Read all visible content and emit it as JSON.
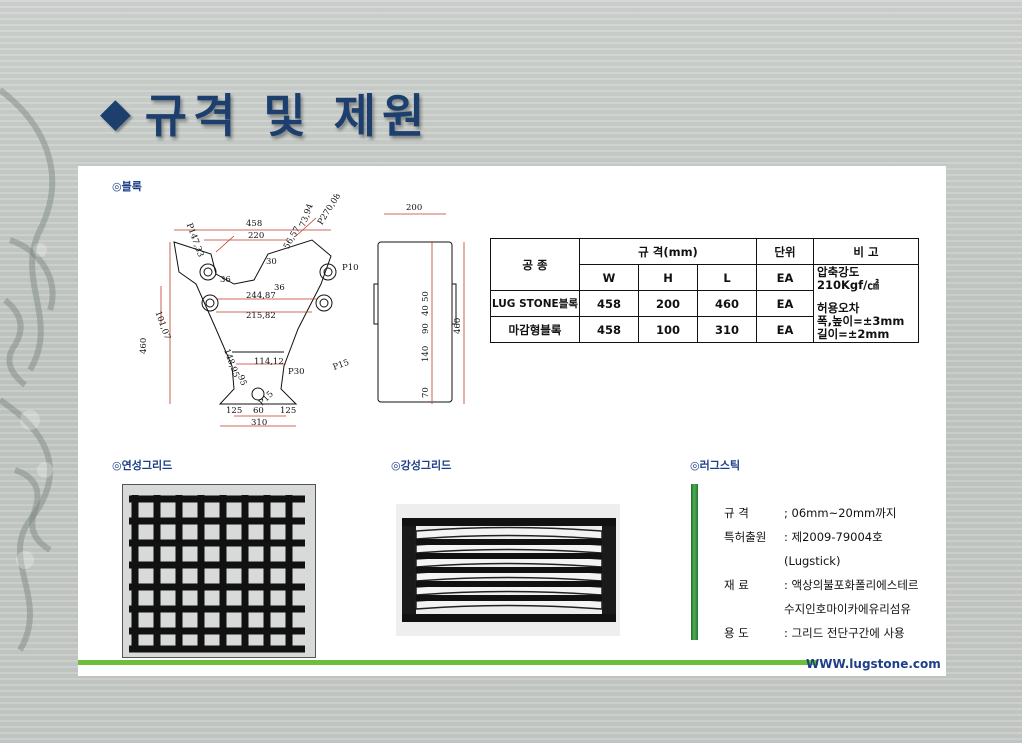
{
  "title": {
    "bullet": "◆",
    "text": "규격 및 제원"
  },
  "sections": {
    "block": "◎블록",
    "flexible_grid": "◎연성그리드",
    "rigid_grid": "◎강성그리드",
    "lugstick": "◎러그스틱"
  },
  "drawing_dims": {
    "d458": "458",
    "d220": "220",
    "p147": "P147,33",
    "d73": "73,94",
    "p270": "P270,08",
    "d56": "56,57",
    "d200": "200",
    "d30": "30",
    "d36a": "36",
    "d36b": "36",
    "p10": "P10",
    "d460a": "460",
    "d101": "101,07",
    "d244": "244,87",
    "d215": "215,82",
    "d148": "148,95",
    "d114": "114,12",
    "d95": "95",
    "p30": "P30",
    "p15a": "P15",
    "p15b": "P15",
    "d125a": "125",
    "d60": "60",
    "d125b": "125",
    "d310": "310",
    "d50": "50",
    "d40": "40",
    "d90": "90",
    "d140": "140",
    "d70": "70",
    "d460b": "460"
  },
  "spec_table": {
    "h_type": "공    종",
    "h_spec": "규    격(mm)",
    "h_unit": "단위",
    "h_remark": "비    고",
    "h_w": "W",
    "h_h": "H",
    "h_l": "L",
    "h_ea": "EA",
    "rows": [
      {
        "name": "LUG STONE블록",
        "w": "458",
        "h": "200",
        "l": "460",
        "unit": "EA"
      },
      {
        "name": "마감형블록",
        "w": "458",
        "h": "100",
        "l": "310",
        "unit": "EA"
      }
    ],
    "remark_lines": [
      "압축강도",
      "210Kgf/㎠",
      "허용오차",
      "폭,높이=±3mm",
      "길이=±2mm"
    ]
  },
  "lugstick_info": [
    {
      "key": "규      격",
      "value": "; 06mm~20mm까지"
    },
    {
      "key": "특허출원",
      "value": ": 제2009-79004호"
    },
    {
      "key": "",
      "value": "  (Lugstick)"
    },
    {
      "key": "재      료",
      "value": ": 액상의불포화폴리에스테르"
    },
    {
      "key": "",
      "value": "  수지인호마이카에유리섬유"
    },
    {
      "key": "용      도",
      "value": ": 그리드 전단구간에 사용"
    }
  ],
  "footer": {
    "url": "WWW.lugstone.com"
  },
  "colors": {
    "title": "#1c3f6e",
    "section": "#1d3f8a",
    "accent_green": "#6cbf3a",
    "rod_green": "#3a8f3f"
  }
}
